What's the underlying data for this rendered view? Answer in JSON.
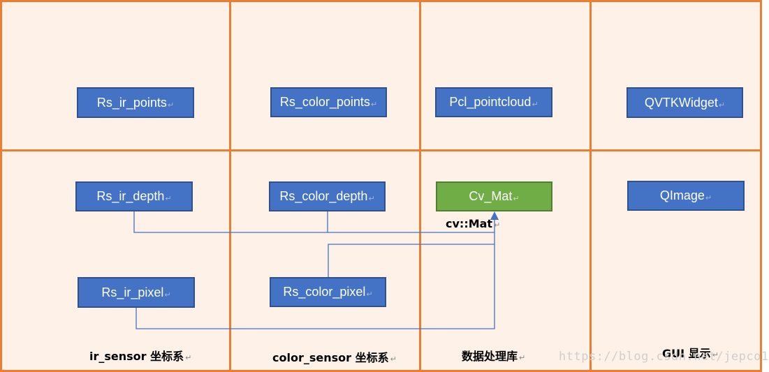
{
  "columns": [
    {
      "id": "ir",
      "label": "ir_sensor 坐标系"
    },
    {
      "id": "color",
      "label": "color_sensor 坐标系"
    },
    {
      "id": "data",
      "label": "数据处理库"
    },
    {
      "id": "gui",
      "label": "GUI 显示"
    }
  ],
  "nodes": {
    "rs_ir_points": "Rs_ir_points",
    "rs_color_points": "Rs_color_points",
    "pcl_pointcloud": "Pcl_pointcloud",
    "qvtkwidget": "QVTKWidget",
    "rs_ir_depth": "Rs_ir_depth",
    "rs_color_depth": "Rs_color_depth",
    "cv_mat": "Cv_Mat",
    "qimage": "QImage",
    "rs_ir_pixel": "Rs_ir_pixel",
    "rs_color_pixel": "Rs_color_pixel"
  },
  "edge_label": "cv::Mat",
  "paragraph_mark": "↵",
  "watermark": "https://blog.csdn.net/jepco1",
  "colors": {
    "grid": "#ed7d31",
    "background": "#fdf1e8",
    "node": "#4472c4",
    "node_highlight": "#70ad47",
    "connector": "#4472c4"
  }
}
